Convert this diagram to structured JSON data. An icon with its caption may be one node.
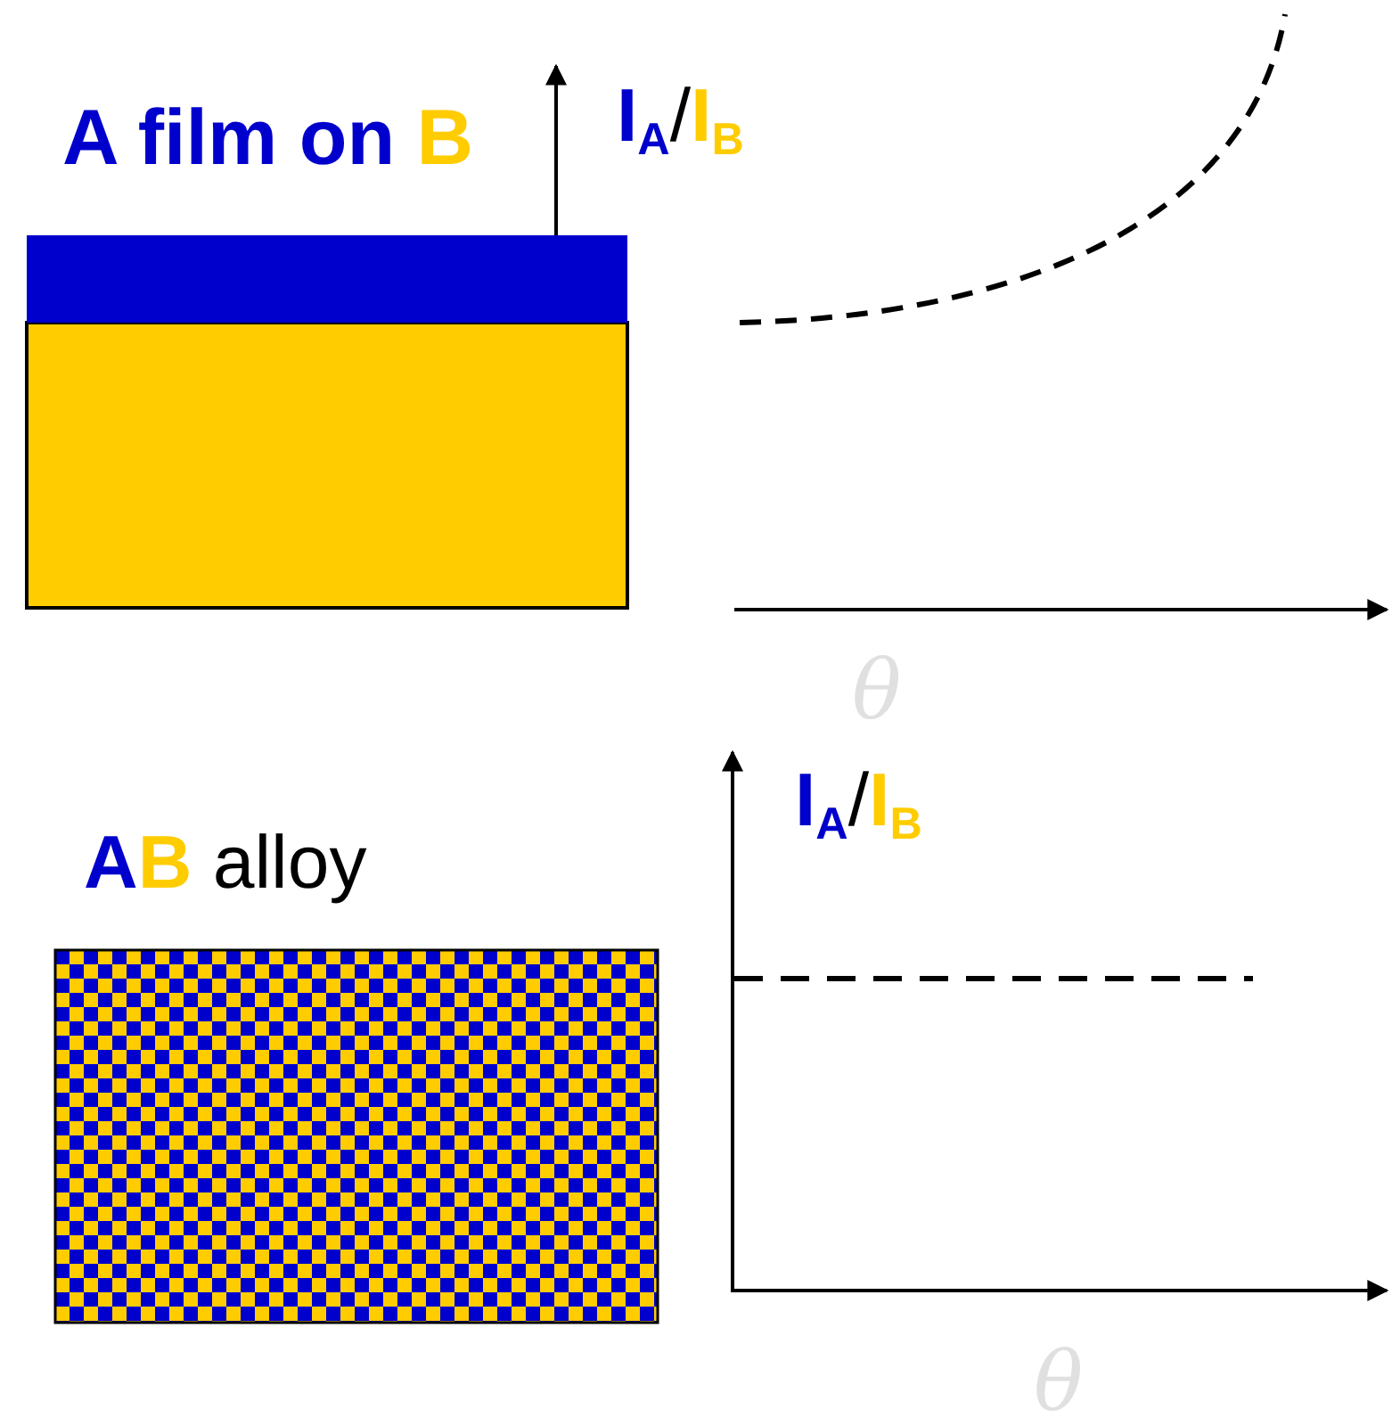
{
  "diagram": {
    "labels": [
      "A film on B",
      "I$_{A}$/I$_{B}$",
      "θ",
      "AB alloy",
      "I$_{A}$/I$_{B}$",
      "θ"
    ]
  }
}
